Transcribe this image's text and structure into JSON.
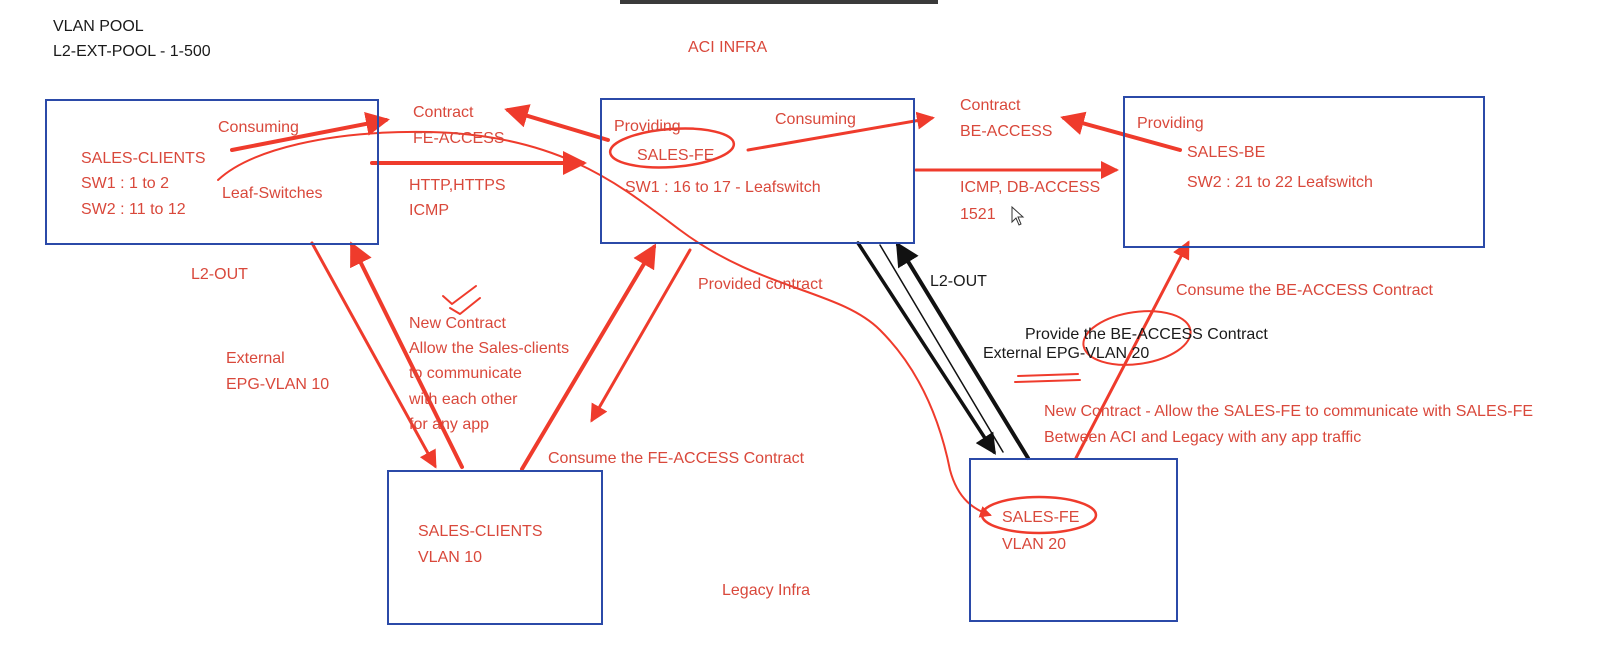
{
  "colors": {
    "box": "#2b4aa8",
    "ink": "#ef3b2c",
    "label": "#d9483b",
    "black": "#111111"
  },
  "header": {
    "vlan_pool_title": "VLAN POOL",
    "vlan_pool_range": "L2-EXT-POOL - 1-500",
    "aci_infra": "ACI INFRA",
    "legacy_infra": "Legacy Infra"
  },
  "boxes": {
    "sales_clients_aci": {
      "name": "SALES-CLIENTS",
      "line1": "SW1 : 1 to 2",
      "line2": "SW2 : 11 to 12"
    },
    "sales_fe_aci": {
      "providing": "Providing",
      "name": "SALES-FE",
      "line1": "SW1 : 16 to 17 - Leafswitch"
    },
    "sales_be": {
      "providing": "Providing",
      "name": "SALES-BE",
      "line1": "SW2 : 21 to 22 Leafswitch"
    },
    "sales_clients_legacy": {
      "name": "SALES-CLIENTS",
      "line1": "VLAN 10"
    },
    "sales_fe_legacy": {
      "name": "SALES-FE",
      "line1": "VLAN 20"
    }
  },
  "labels": {
    "consuming_1": "Consuming",
    "leaf_switches": "Leaf-Switches",
    "contract_fe_title": "Contract",
    "contract_fe_name": "FE-ACCESS",
    "fe_protocols_1": "HTTP,HTTPS",
    "fe_protocols_2": "ICMP",
    "consuming_2": "Consuming",
    "contract_be_title": "Contract",
    "contract_be_name": "BE-ACCESS",
    "be_protocols_1": "ICMP, DB-ACCESS",
    "be_protocols_2": "1521",
    "l2out_left": "L2-OUT",
    "external_epg_10_1": "External",
    "external_epg_10_2": "EPG-VLAN 10",
    "new_contract_1": "New Contract",
    "new_contract_2": "Allow the Sales-clients",
    "new_contract_3": "to communicate",
    "new_contract_4": "with each other",
    "new_contract_5": "for any app",
    "provided_contract": "Provided contract",
    "consume_fe_access": "Consume the FE-ACCESS Contract",
    "l2out_right": "L2-OUT",
    "consume_be_access": "Consume the BE-ACCESS Contract",
    "provide_be_access": "Provide the BE-ACCESS Contract",
    "external_epg_20": "External EPG-VLAN 20",
    "new_contract_fe_1": "New Contract - Allow the SALES-FE to communicate with SALES-FE",
    "new_contract_fe_2": "Between ACI and Legacy with any app traffic"
  }
}
